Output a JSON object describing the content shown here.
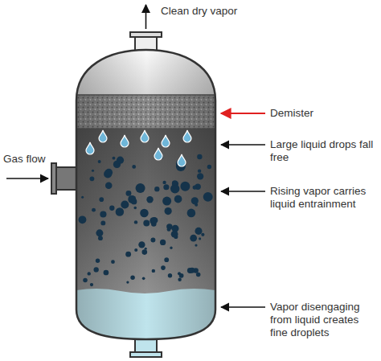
{
  "diagram": {
    "labels": [
      "Clean dry vapor",
      "Demister",
      "Gas flow",
      "Large liquid drops fall free",
      "Rising vapor carries liquid entrainment",
      "Vapor disengaging from liquid creates fine droplets"
    ]
  }
}
